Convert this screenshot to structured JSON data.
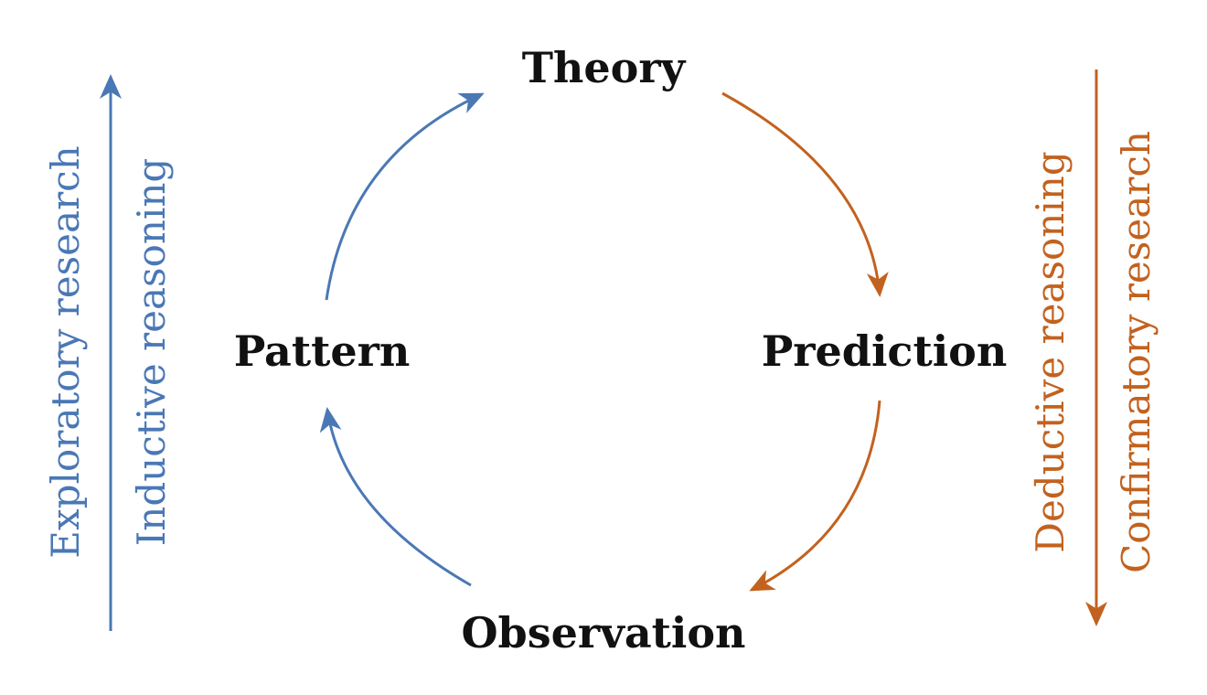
{
  "nodes": {
    "theory": "Theory",
    "prediction": "Prediction",
    "observation": "Observation",
    "pattern": "Pattern"
  },
  "left_side": {
    "outer_label": "Exploratory research",
    "inner_label": "Inductive reasoning"
  },
  "right_side": {
    "inner_label": "Deductive reasoning",
    "outer_label": "Confirmatory research"
  },
  "colors": {
    "inductive": "#4a78b5",
    "deductive": "#c2621f",
    "text": "#111111"
  }
}
